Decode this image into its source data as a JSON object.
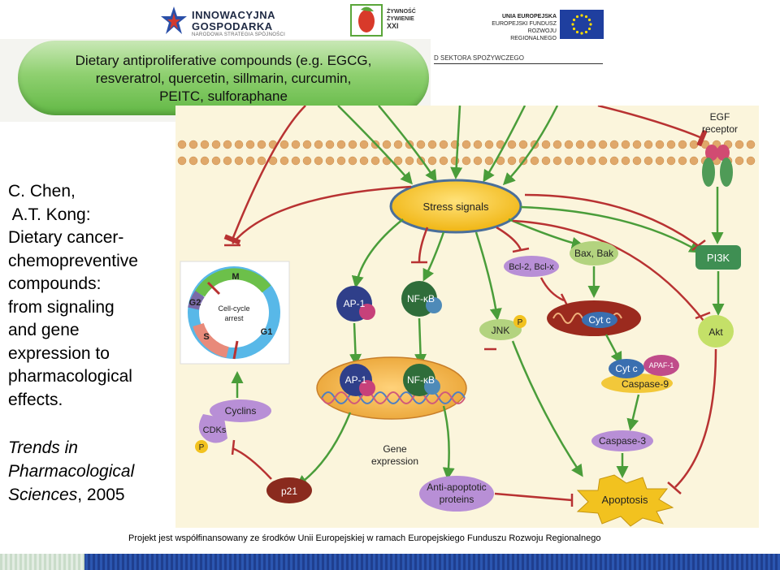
{
  "header": {
    "logo_ig_title_line1": "INNOWACYJNA",
    "logo_ig_title_line2": "GOSPODARKA",
    "logo_ig_subtitle": "NARODOWA STRATEGIA SPÓJNOŚCI",
    "logo_zz_line1": "ŻYWNOŚĆ",
    "logo_zz_line2": "ŻYWIENIE",
    "logo_zz_line3": "XXI",
    "logo_ue_line1": "UNIA EUROPEJSKA",
    "logo_ue_line2": "EUROPEJSKI FUNDUSZ",
    "logo_ue_line3": "ROZWOJU REGIONALNEGO",
    "sector_text": "D SEKTORA SPOŻYWCZEGO"
  },
  "banner": {
    "line1": "Dietary antiproliferative compounds (e.g. EGCG,",
    "line2": "resveratrol, quercetin, sillmarin, curcumin,",
    "line3": "PEITC, sulforaphane"
  },
  "citation": {
    "author1": "C. Chen,",
    "author2": " A.T. Kong:",
    "line1": "Dietary cancer-",
    "line2": "chemopreventive",
    "line3": "compounds:",
    "line4": "from signaling",
    "line5": "and gene",
    "line6": "expression to",
    "line7": "pharmacological",
    "line8": "effects.",
    "journal1": "Trends in",
    "journal2": "Pharmacological",
    "journal3": "Sciences",
    "year": ", 2005"
  },
  "diagram": {
    "egf_receptor": "EGF receptor",
    "stress_signals": "Stress signals",
    "pi3k": "PI3K",
    "akt": "Akt",
    "bcl2": "Bcl-2, Bcl-x",
    "bax_bak": "Bax, Bak",
    "cyt_c": "Cyt c",
    "cyt_c2": "Cyt c",
    "apaf1": "APAF-1",
    "caspase9": "Caspase-9",
    "caspase3": "Caspase-3",
    "apoptosis": "Apoptosis",
    "jnk": "JNK",
    "p_jnk": "P",
    "ap1_top": "AP-1",
    "nfkb_top": "NF-κB",
    "ap1_bottom": "AP-1",
    "nfkb_bottom": "NF-κB",
    "gene_expression": "Gene expression",
    "anti_apoptotic": "Anti-apoptotic proteins",
    "cyclins": "Cyclins",
    "cdks": "CDKs",
    "p_cdk": "P",
    "p21": "p21",
    "cell_cycle_arrest": "Cell-cycle arrest",
    "phase_m": "M",
    "phase_g2": "G2",
    "phase_s": "S",
    "phase_g1": "G1"
  },
  "footer": {
    "text": "Projekt jest współfinansowany ze środków Unii Europejskiej w ramach Europejskiego Funduszu Rozwoju Regionalnego"
  },
  "colors": {
    "banner_green": "#74c155",
    "panel_bg": "#fbf5dc",
    "arrow_green": "#4a9d3a",
    "inhibit_red": "#b83232",
    "stress_yellow": "#f2c21f",
    "eu_blue": "#1f3f8f"
  }
}
